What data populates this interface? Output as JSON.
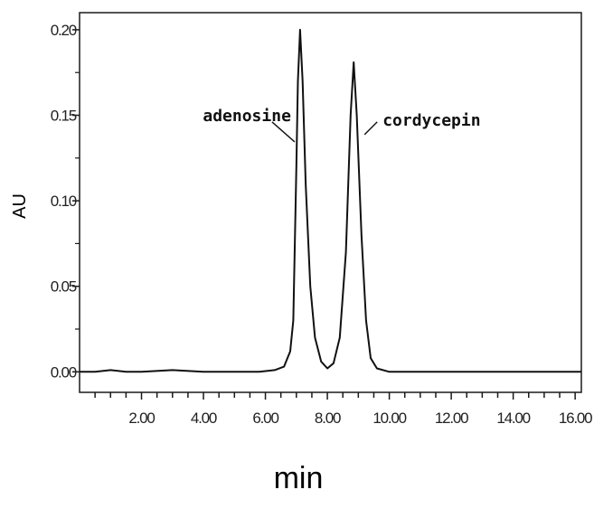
{
  "chart_data": {
    "type": "line",
    "title": "",
    "xlabel": "min",
    "ylabel": "AU",
    "xlim": [
      0,
      16.2
    ],
    "ylim": [
      -0.012,
      0.21
    ],
    "x_ticks": [
      2,
      4,
      6,
      8,
      10,
      12,
      14,
      16
    ],
    "x_tick_labels": [
      "2.00",
      "4.00",
      "6.00",
      "8.00",
      "10.00",
      "12.00",
      "14.00",
      "16.00"
    ],
    "y_ticks": [
      0,
      0.05,
      0.1,
      0.15,
      0.2
    ],
    "y_tick_labels": [
      "0.00",
      "0.05",
      "0.10",
      "0.15",
      "0.20"
    ],
    "grid": false,
    "legend": "none",
    "series": [
      {
        "color": "#111111",
        "peaks": [
          {
            "label": "adenosine",
            "x": 7.12,
            "y": 0.2
          },
          {
            "label": "cordycepin",
            "x": 8.85,
            "y": 0.181
          }
        ],
        "points": [
          [
            0.0,
            0.0
          ],
          [
            0.5,
            0.0
          ],
          [
            1.0,
            0.001
          ],
          [
            1.5,
            0.0
          ],
          [
            2.0,
            0.0
          ],
          [
            3.0,
            0.001
          ],
          [
            4.0,
            0.0
          ],
          [
            5.0,
            0.0
          ],
          [
            5.8,
            0.0
          ],
          [
            6.3,
            0.001
          ],
          [
            6.6,
            0.003
          ],
          [
            6.8,
            0.012
          ],
          [
            6.9,
            0.03
          ],
          [
            7.0,
            0.12
          ],
          [
            7.05,
            0.17
          ],
          [
            7.12,
            0.2
          ],
          [
            7.2,
            0.17
          ],
          [
            7.3,
            0.11
          ],
          [
            7.45,
            0.05
          ],
          [
            7.6,
            0.02
          ],
          [
            7.8,
            0.006
          ],
          [
            8.0,
            0.002
          ],
          [
            8.2,
            0.005
          ],
          [
            8.4,
            0.02
          ],
          [
            8.6,
            0.07
          ],
          [
            8.75,
            0.15
          ],
          [
            8.85,
            0.181
          ],
          [
            8.95,
            0.15
          ],
          [
            9.1,
            0.08
          ],
          [
            9.25,
            0.03
          ],
          [
            9.4,
            0.008
          ],
          [
            9.6,
            0.002
          ],
          [
            10.0,
            0.0
          ],
          [
            11.0,
            0.0
          ],
          [
            12.0,
            0.0
          ],
          [
            14.0,
            0.0
          ],
          [
            16.2,
            0.0
          ]
        ]
      }
    ]
  }
}
